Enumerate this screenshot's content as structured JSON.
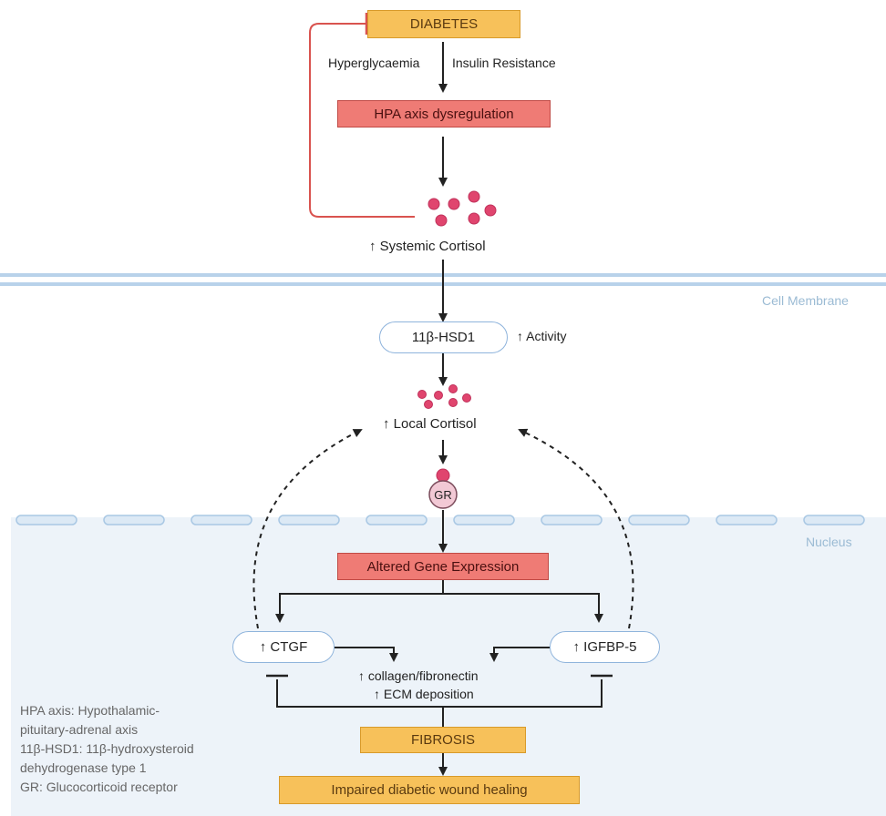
{
  "boxes": {
    "diabetes": "DIABETES",
    "hpa": "HPA axis dysregulation",
    "hsd1": "11β-HSD1",
    "gene_expression": "Altered Gene Expression",
    "ctgf": "↑ CTGF",
    "igfbp5": "↑ IGFBP-5",
    "fibrosis": "FIBROSIS",
    "wound": "Impaired diabetic wound healing",
    "gr": "GR"
  },
  "labels": {
    "hyperglycaemia": "Hyperglycaemia",
    "insulin_resistance": "Insulin Resistance",
    "systemic_cortisol": "↑ Systemic Cortisol",
    "activity": "↑ Activity",
    "local_cortisol": "↑ Local Cortisol",
    "collagen": "↑ collagen/fibronectin",
    "ecm": "↑ ECM deposition"
  },
  "regions": {
    "cell_membrane": "Cell Membrane",
    "nucleus": "Nucleus"
  },
  "legend": [
    "HPA axis: Hypothalamic-",
    "pituitary-adrenal axis",
    "11β-HSD1: 11β-hydroxysteroid",
    "dehydrogenase type 1",
    "GR: Glucocorticoid receptor"
  ],
  "colors": {
    "cortisol_dot": "#e0456e",
    "inhibition_red": "#d9534f",
    "membrane": "#a9c8e4"
  }
}
